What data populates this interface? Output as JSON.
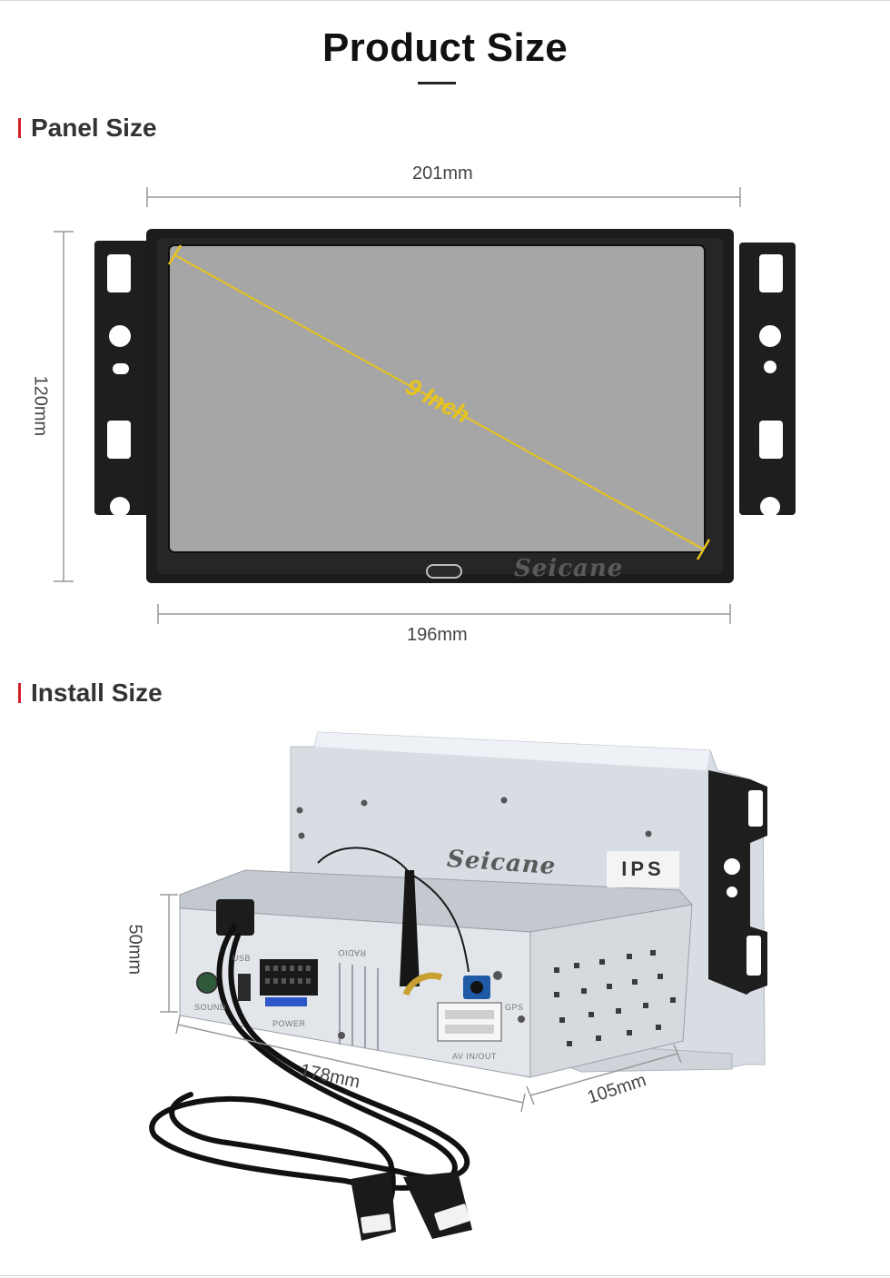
{
  "page": {
    "title": "Product Size"
  },
  "panel_section": {
    "heading": "Panel Size",
    "width_top": "201mm",
    "width_bottom": "196mm",
    "height": "120mm",
    "diagonal": "9 Inch",
    "brand": "Seicane"
  },
  "install_section": {
    "heading": "Install Size",
    "height": "50mm",
    "length": "178mm",
    "depth": "105mm",
    "brand": "Seicane",
    "screen_tag": "IPS",
    "port_labels": {
      "usb": "USB",
      "radio": "RADIO",
      "power": "POWER",
      "gps": "GPS",
      "av": "AV IN/OUT",
      "sound": "SOUND"
    }
  },
  "colors": {
    "accent": "#d0202a",
    "diagonal": "#e8c41a",
    "bezel": "#1c1c1c",
    "screen": "#a6a6a6"
  }
}
